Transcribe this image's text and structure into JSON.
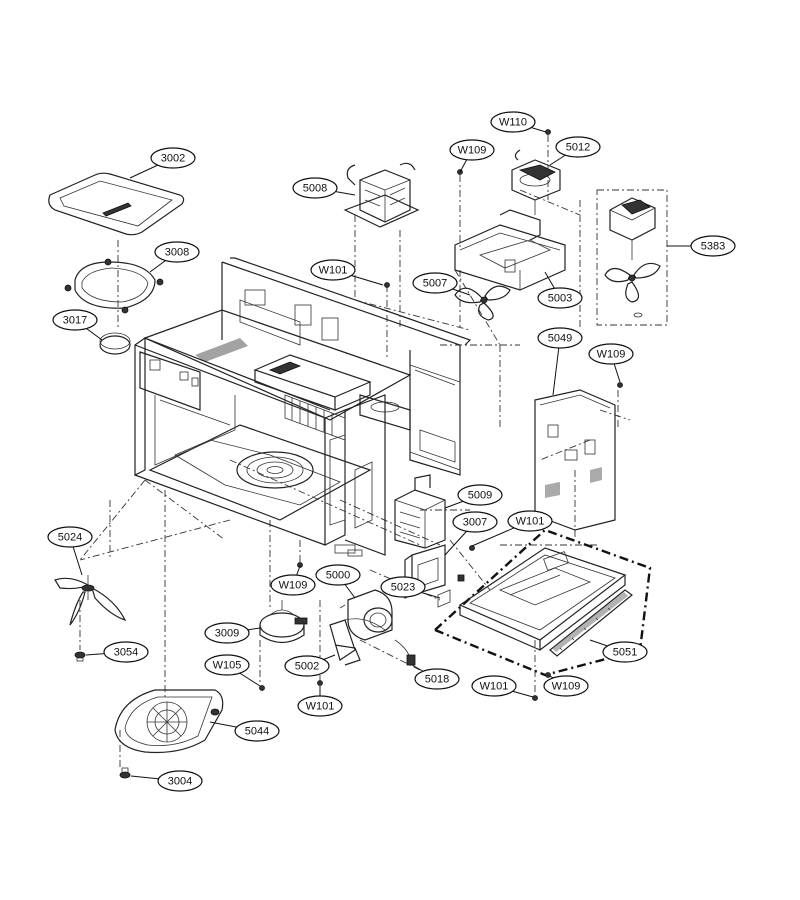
{
  "callouts": [
    {
      "id": "c3002",
      "label": "3002"
    },
    {
      "id": "c3008",
      "label": "3008"
    },
    {
      "id": "c3017",
      "label": "3017"
    },
    {
      "id": "c5008",
      "label": "5008"
    },
    {
      "id": "cW101a",
      "label": "W101"
    },
    {
      "id": "cW110",
      "label": "W110"
    },
    {
      "id": "cW109a",
      "label": "W109"
    },
    {
      "id": "c5012",
      "label": "5012"
    },
    {
      "id": "c5383",
      "label": "5383"
    },
    {
      "id": "c5007",
      "label": "5007"
    },
    {
      "id": "c5003",
      "label": "5003"
    },
    {
      "id": "c5049",
      "label": "5049"
    },
    {
      "id": "cW109b",
      "label": "W109"
    },
    {
      "id": "c5009",
      "label": "5009"
    },
    {
      "id": "c3007",
      "label": "3007"
    },
    {
      "id": "cW101b",
      "label": "W101"
    },
    {
      "id": "c5024",
      "label": "5024"
    },
    {
      "id": "c5000",
      "label": "5000"
    },
    {
      "id": "cW109c",
      "label": "W109"
    },
    {
      "id": "c5023",
      "label": "5023"
    },
    {
      "id": "c3009",
      "label": "3009"
    },
    {
      "id": "c3054",
      "label": "3054"
    },
    {
      "id": "c5002",
      "label": "5002"
    },
    {
      "id": "c5018",
      "label": "5018"
    },
    {
      "id": "cW105",
      "label": "W105"
    },
    {
      "id": "cW101c",
      "label": "W101"
    },
    {
      "id": "cW101d",
      "label": "W101"
    },
    {
      "id": "cW109d",
      "label": "W109"
    },
    {
      "id": "c5051",
      "label": "5051"
    },
    {
      "id": "c5044",
      "label": "5044"
    },
    {
      "id": "c3004",
      "label": "3004"
    }
  ]
}
